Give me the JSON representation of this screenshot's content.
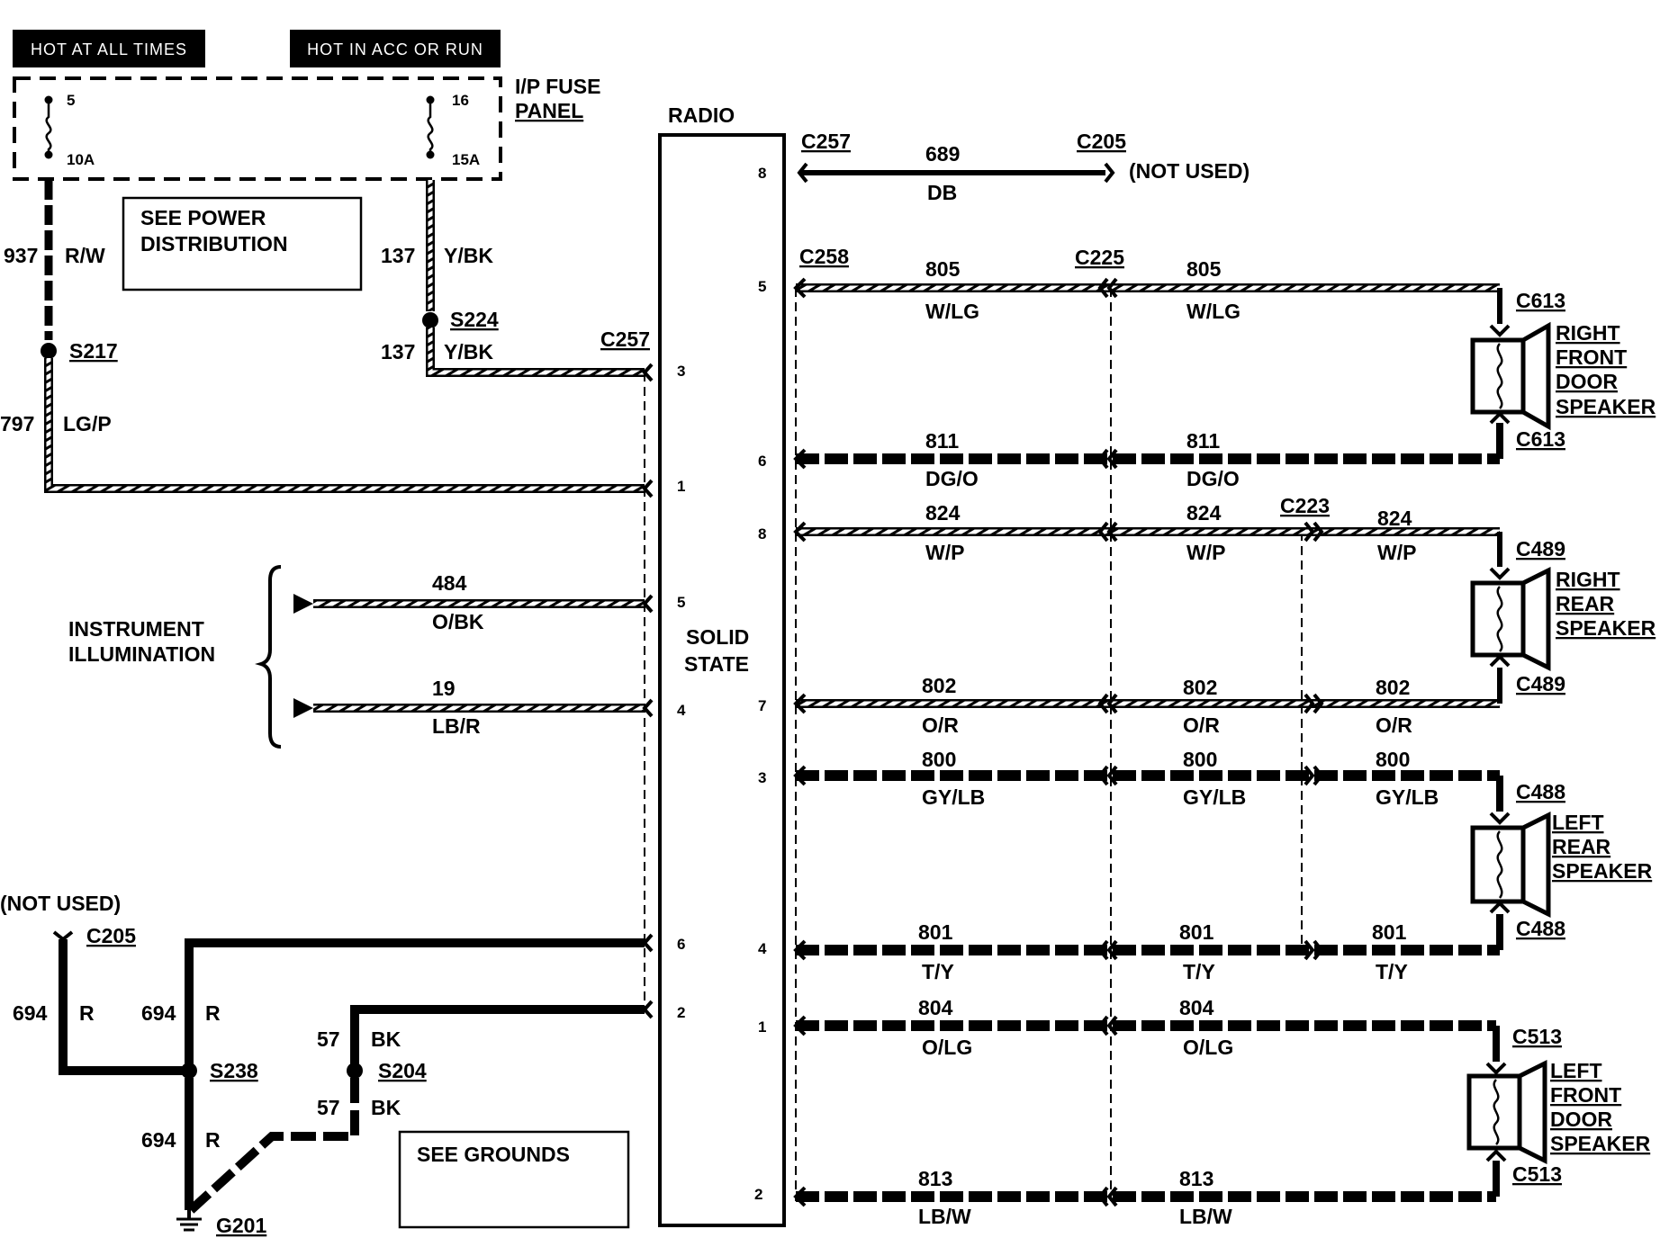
{
  "headers": {
    "hot_at_all_times": "HOT AT ALL TIMES",
    "hot_in_acc_or_run": "HOT IN ACC OR RUN"
  },
  "fuse_panel": {
    "label_line1": "I/P FUSE",
    "label_line2": "PANEL",
    "fuse_a_number": "5",
    "fuse_a_rating": "10A",
    "fuse_b_number": "16",
    "fuse_b_rating": "15A"
  },
  "boxes": {
    "power_distribution_line1": "SEE POWER",
    "power_distribution_line2": "DISTRIBUTION",
    "grounds": "SEE GROUNDS"
  },
  "radio": {
    "title": "RADIO",
    "solid_state_line1": "SOLID",
    "solid_state_line2": "STATE"
  },
  "illumination": {
    "line1": "INSTRUMENT",
    "line2": "ILLUMINATION"
  },
  "splices": {
    "s217": "S217",
    "s224": "S224",
    "s238": "S238",
    "s204": "S204",
    "g201": "G201"
  },
  "connectors": {
    "c257_left": "C257",
    "c257_right": "C257",
    "c205_top": "C205",
    "c205_left": "C205",
    "c258": "C258",
    "c225": "C225",
    "c223": "C223",
    "c613_top": "C613",
    "c613_bottom": "C613",
    "c489_top": "C489",
    "c489_bottom": "C489",
    "c488_top": "C488",
    "c488_bottom": "C488",
    "c513_top": "C513",
    "c513_bottom": "C513"
  },
  "not_used": {
    "right": "(NOT USED)",
    "left": "(NOT USED)"
  },
  "speakers": {
    "rf": [
      "RIGHT",
      "FRONT",
      "DOOR",
      "SPEAKER"
    ],
    "rr": [
      "RIGHT",
      "REAR",
      "SPEAKER"
    ],
    "lr": [
      "LEFT",
      "REAR",
      "SPEAKER"
    ],
    "lf": [
      "LEFT",
      "FRONT",
      "DOOR",
      "SPEAKER"
    ]
  },
  "left_wires": {
    "w937": {
      "circuit": "937",
      "color": "R/W"
    },
    "w137a": {
      "circuit": "137",
      "color": "Y/BK"
    },
    "w137b": {
      "circuit": "137",
      "color": "Y/BK"
    },
    "w797": {
      "circuit": "797",
      "color": "LG/P"
    },
    "w484": {
      "circuit": "484",
      "color": "O/BK"
    },
    "w19": {
      "circuit": "19",
      "color": "LB/R"
    },
    "w694a": {
      "circuit": "694",
      "color": "R"
    },
    "w694b": {
      "circuit": "694",
      "color": "R"
    },
    "w694c": {
      "circuit": "694",
      "color": "R"
    },
    "w57a": {
      "circuit": "57",
      "color": "BK"
    },
    "w57b": {
      "circuit": "57",
      "color": "BK"
    }
  },
  "radio_left_pins": [
    "3",
    "1",
    "5",
    "4",
    "6",
    "2"
  ],
  "radio_right_pins": [
    "8",
    "5",
    "6",
    "8",
    "7",
    "3",
    "4",
    "1",
    "2"
  ],
  "right_wires": {
    "w689": {
      "circuit": "689",
      "color": "DB"
    },
    "w805a": {
      "circuit": "805",
      "color": "W/LG"
    },
    "w805b": {
      "circuit": "805",
      "color": "W/LG"
    },
    "w811a": {
      "circuit": "811",
      "color": "DG/O"
    },
    "w811b": {
      "circuit": "811",
      "color": "DG/O"
    },
    "w824a": {
      "circuit": "824",
      "color": "W/P"
    },
    "w824b": {
      "circuit": "824",
      "color": "W/P"
    },
    "w824c": {
      "circuit": "824",
      "color": "W/P"
    },
    "w802a": {
      "circuit": "802",
      "color": "O/R"
    },
    "w802b": {
      "circuit": "802",
      "color": "O/R"
    },
    "w802c": {
      "circuit": "802",
      "color": "O/R"
    },
    "w800a": {
      "circuit": "800",
      "color": "GY/LB"
    },
    "w800b": {
      "circuit": "800",
      "color": "GY/LB"
    },
    "w800c": {
      "circuit": "800",
      "color": "GY/LB"
    },
    "w801a": {
      "circuit": "801",
      "color": "T/Y"
    },
    "w801b": {
      "circuit": "801",
      "color": "T/Y"
    },
    "w801c": {
      "circuit": "801",
      "color": "T/Y"
    },
    "w804a": {
      "circuit": "804",
      "color": "O/LG"
    },
    "w804b": {
      "circuit": "804",
      "color": "O/LG"
    },
    "w813a": {
      "circuit": "813",
      "color": "LB/W"
    },
    "w813b": {
      "circuit": "813",
      "color": "LB/W"
    }
  }
}
